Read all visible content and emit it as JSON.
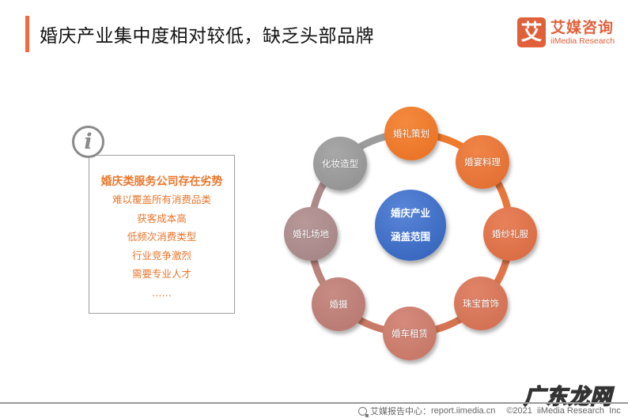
{
  "header": {
    "title": "婚庆产业集中度相对较低，缺乏头部品牌",
    "accent_color": "#f26a3c"
  },
  "logo": {
    "mark": "艾",
    "name_cn": "艾媒咨询",
    "name_en": "iiMedia Research",
    "color": "#e0603a"
  },
  "info_panel": {
    "icon": "info-icon",
    "icon_glyph": "i",
    "heading": "婚庆类服务公司存在劣势",
    "items": [
      "难以覆盖所有消费品类",
      "获客成本高",
      "低频次消费类型",
      "行业竞争激烈",
      "需要专业人才",
      "……"
    ],
    "text_color": "#e9762b"
  },
  "diagram": {
    "center": {
      "line1": "婚庆产业",
      "line2": "涵盖范围",
      "color": "#3f6fc8"
    },
    "nodes": [
      {
        "label": "婚礼策划",
        "color": "#ee7a2e"
      },
      {
        "label": "婚宴料理",
        "color": "#e8763a"
      },
      {
        "label": "婚纱礼服",
        "color": "#e07347"
      },
      {
        "label": "珠宝首饰",
        "color": "#d8765a"
      },
      {
        "label": "婚车租赁",
        "color": "#cc7c6c"
      },
      {
        "label": "婚摄",
        "color": "#bf8078"
      },
      {
        "label": "婚礼场地",
        "color": "#ad8a8a"
      },
      {
        "label": "化妆造型",
        "color": "#9a9a9a"
      }
    ]
  },
  "footer": {
    "icon": "report-icon",
    "source_label": "艾媒报告中心：",
    "source_url": "report.iimedia.cn",
    "copyright": "©2021  iiMedia Research  Inc"
  },
  "watermark": {
    "text": "广东龙网"
  }
}
